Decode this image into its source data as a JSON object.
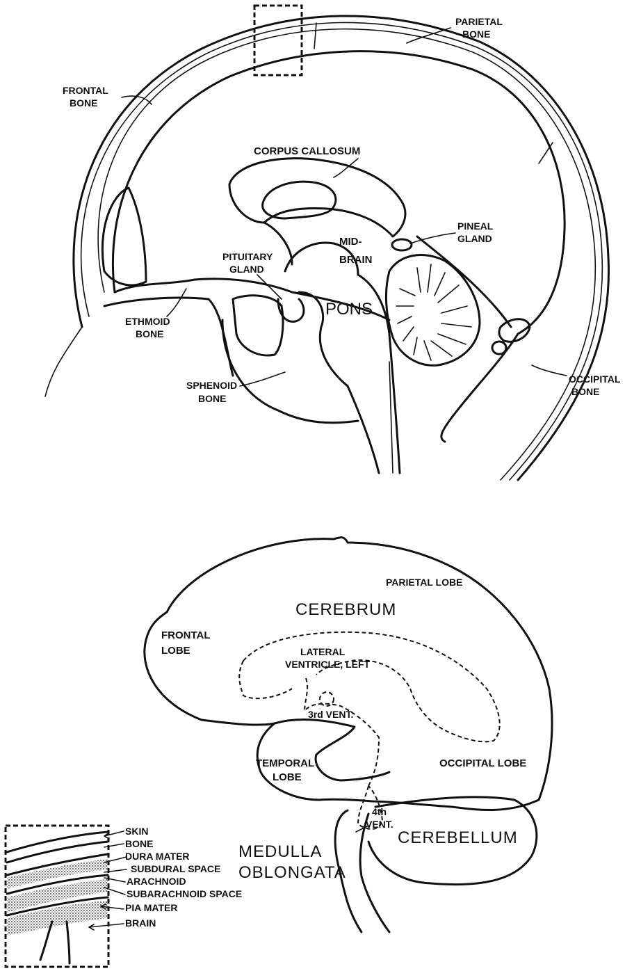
{
  "top_diagram": {
    "labels": {
      "parietal_bone": [
        "PARIETAL",
        "BONE"
      ],
      "frontal_bone": [
        "FRONTAL",
        "BONE"
      ],
      "corpus_callosum": "CORPUS CALLOSUM",
      "pineal_gland": [
        "PINEAL",
        "GLAND"
      ],
      "midbrain": [
        "MID-",
        "BRAIN"
      ],
      "pituitary_gland": [
        "PITUITARY",
        "GLAND"
      ],
      "pons": "PONS",
      "ethmoid_bone": [
        "ETHMOID",
        "BONE"
      ],
      "sphenoid_bone": [
        "SPHENOID",
        "BONE"
      ],
      "occipital_bone": [
        "OCCIPITAL",
        "BONE"
      ]
    }
  },
  "bottom_diagram": {
    "labels": {
      "parietal_lobe": "PARIETAL LOBE",
      "cerebrum": "CEREBRUM",
      "frontal_lobe": [
        "FRONTAL",
        "LOBE"
      ],
      "lateral_ventricle": [
        "LATERAL",
        "VENTRICLE, LEFT"
      ],
      "third_ventricle": "3rd VENT.",
      "temporal_lobe": [
        "TEMPORAL",
        "LOBE"
      ],
      "occipital_lobe": "OCCIPITAL LOBE",
      "fourth_ventricle": [
        "4th",
        "VENT."
      ],
      "cerebellum": "CEREBELLUM",
      "medulla_oblongata": [
        "MEDULLA",
        "OBLONGATA"
      ]
    }
  },
  "meninges_inset": {
    "layers": [
      "SKIN",
      "BONE",
      "DURA MATER",
      "SUBDURAL SPACE",
      "ARACHNOID",
      "SUBARACHNOID SPACE",
      "PIA MATER",
      "BRAIN"
    ]
  }
}
